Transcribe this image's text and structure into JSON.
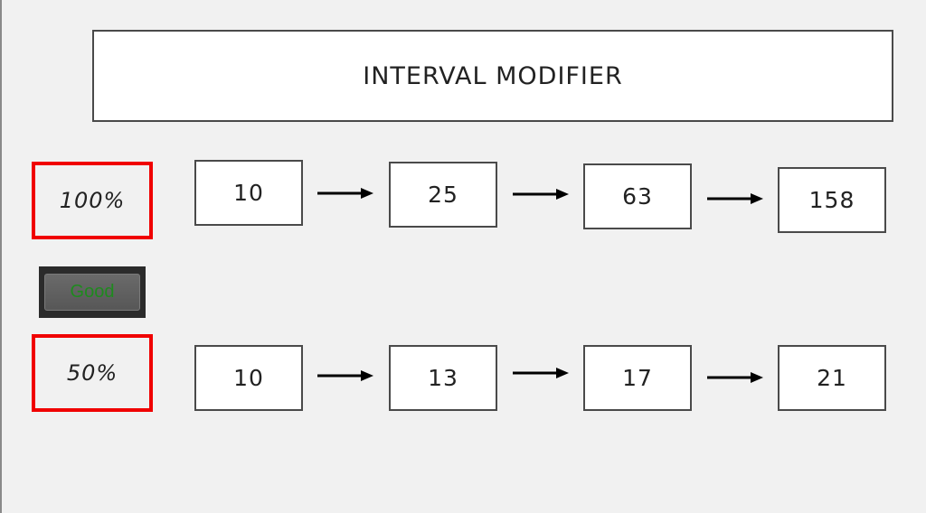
{
  "title": "INTERVAL MODIFIER",
  "rows": [
    {
      "modifier": "100%",
      "values": [
        "10",
        "25",
        "63",
        "158"
      ]
    },
    {
      "modifier": "50%",
      "values": [
        "10",
        "13",
        "17",
        "21"
      ]
    }
  ],
  "good_button": {
    "label": "Good"
  },
  "colors": {
    "modifier_border": "#f00000",
    "good_text": "#1e8a1e",
    "box_border": "#4a4a4a"
  },
  "icons": {
    "arrow": "right-arrow-icon"
  }
}
